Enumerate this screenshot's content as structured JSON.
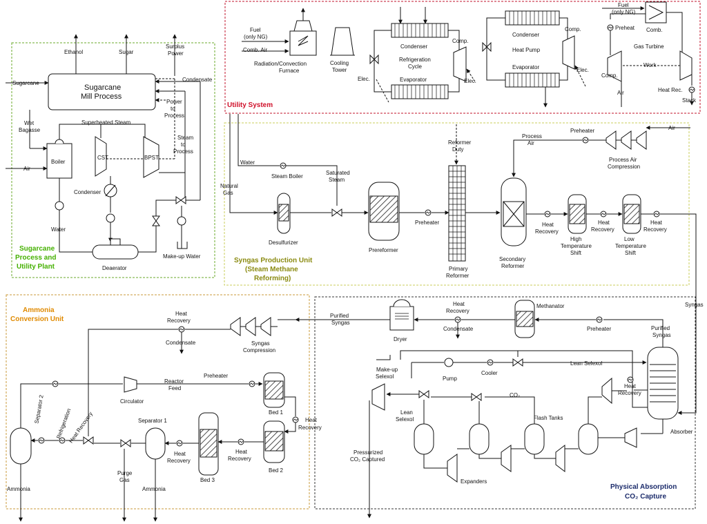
{
  "sections": {
    "sugarcane": {
      "title_1": "Sugarcane",
      "title_2": "Process and",
      "title_3": "Utility Plant",
      "color": "#44b000"
    },
    "utility": {
      "title": "Utility System",
      "color": "#d0102a"
    },
    "syngas": {
      "title_1": "Syngas Production Unit",
      "title_2": "(Steam Methane",
      "title_3": "Reforming)",
      "color": "#8a8a10"
    },
    "ammonia": {
      "title_1": "Ammonia",
      "title_2": "Conversion Unit",
      "color": "#e08a00"
    },
    "absorption": {
      "title_1": "Physical Absorption",
      "title_2": "CO₂ Capture",
      "color": "#1a2a6a"
    }
  },
  "sugar": {
    "ethanol": "Ethanol",
    "sugar": "Sugar",
    "surplus_1": "Surplus",
    "surplus_2": "Power",
    "sugarcane": "Sugarcane",
    "mill_1": "Sugarcane",
    "mill_2": "Mill Process",
    "condensate": "Condensate",
    "wet_1": "Wet",
    "wet_2": "Bagasse",
    "superheated": "Superheated Steam",
    "power_1": "Power",
    "power_2": "to",
    "power_3": "Process",
    "steam_1": "Steam",
    "steam_2": "to",
    "steam_3": "Process",
    "boiler": "Boiler",
    "air": "Air",
    "cst": "CST",
    "bpst": "BPST",
    "condenser": "Condenser",
    "water": "Water",
    "deaerator": "Deaerator",
    "makeup": "Make-up Water"
  },
  "utility": {
    "fuel_1": "Fuel",
    "fuel_2": "(only NG)",
    "comb_air": "Comb. Air",
    "furnace_1": "Radiation/Convection",
    "furnace_2": "Furnace",
    "cooling_1": "Cooling",
    "cooling_2": "Tower",
    "condenser": "Condenser",
    "refrig_1": "Refrigeration",
    "refrig_2": "Cycle",
    "evaporator": "Evaporator",
    "comp": "Comp.",
    "elec": "Elec.",
    "hp_condenser": "Condenser",
    "heat_pump": "Heat Pump",
    "hp_evaporator": "Evaporator",
    "gt_fuel_1": "Fuel",
    "gt_fuel_2": "(only NG)",
    "preheat": "Preheat",
    "comb": "Comb.",
    "gas_turbine": "Gas Turbine",
    "work": "Work",
    "air": "Air",
    "heat_rec": "Heat Rec.",
    "stack": "Stack"
  },
  "syngas": {
    "water": "Water",
    "steam_boiler": "Steam Boiler",
    "saturated_1": "Saturated",
    "saturated_2": "Steam",
    "natural_1": "Natural",
    "natural_2": "Gas",
    "desulfurizer": "Desulfurizer",
    "prereformer": "Prereformer",
    "preheater": "Preheater",
    "reformer_duty_1": "Reformer",
    "reformer_duty_2": "Duty",
    "primary_1": "Primary",
    "primary_2": "Reformer",
    "process_air_1": "Process",
    "process_air_2": "Air",
    "preheater_top": "Preheater",
    "air": "Air",
    "pac_1": "Process Air",
    "pac_2": "Compression",
    "secondary_1": "Secondary",
    "secondary_2": "Reformer",
    "hr1_1": "Heat",
    "hr1_2": "Recovery",
    "hts_1": "High",
    "hts_2": "Temperature",
    "hts_3": "Shift",
    "hr2_1": "Heat",
    "hr2_2": "Recovery",
    "lts_1": "Low",
    "lts_2": "Temperature",
    "lts_3": "Shift",
    "hr3_1": "Heat",
    "hr3_2": "Recovery",
    "syngas": "Syngas"
  },
  "ammonia": {
    "hr_1": "Heat",
    "hr_2": "Recovery",
    "condensate": "Condensate",
    "syncomp_1": "Syngas",
    "syncomp_2": "Compression",
    "circulator": "Circulator",
    "reactor_1": "Reactor",
    "reactor_2": "Feed",
    "preheater": "Preheater",
    "bed1": "Bed 1",
    "bed2": "Bed 2",
    "bed3": "Bed 3",
    "hr_bed_1": "Heat",
    "hr_bed_2": "Recovery",
    "hr_b2_1": "Heat",
    "hr_b2_2": "Recovery",
    "hr_b3_1": "Heat",
    "hr_b3_2": "Recovery",
    "sep1": "Separator 1",
    "sep2": "Separator 2",
    "refrig": "Refrigeration",
    "hr_sep": "Heat Recovery",
    "ammonia_1": "Ammonia",
    "ammonia_2": "Ammonia",
    "purge_1": "Purge",
    "purge_2": "Gas"
  },
  "absorption": {
    "purified_1": "Purified",
    "purified_2": "Syngas",
    "dryer": "Dryer",
    "hr_1": "Heat",
    "hr_2": "Recovery",
    "condensate": "Condensate",
    "methanator": "Methanator",
    "preheater": "Preheater",
    "purified_3": "Purified",
    "purified_4": "Syngas",
    "makeup_1": "Make-up",
    "makeup_2": "Selexol",
    "pump": "Pump",
    "cooler": "Cooler",
    "lean_selexol": "Lean Selexol",
    "lean_1": "Lean",
    "lean_2": "Selexol",
    "co2": "CO₂",
    "flash": "Flash Tanks",
    "hr3_1": "Heat",
    "hr3_2": "Recovery",
    "pressurized_1": "Pressurized",
    "pressurized_2": "CO₂ Captured",
    "expanders": "Expanders",
    "absorber": "Absorber"
  }
}
